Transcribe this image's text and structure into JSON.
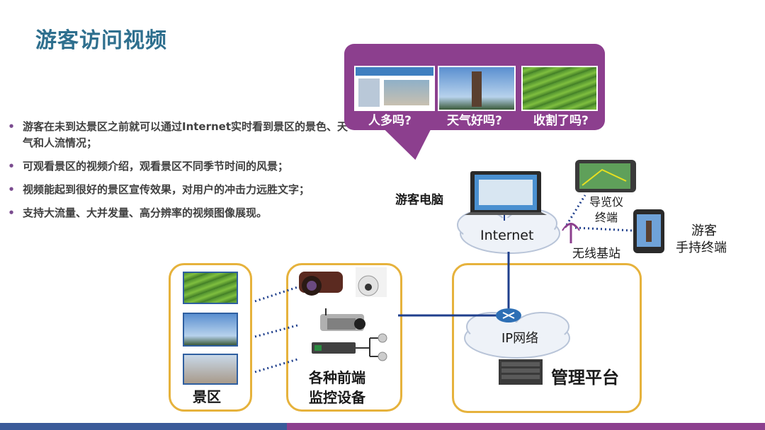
{
  "title": "游客访问视频",
  "bullets": [
    "游客在未到达景区之前就可以通过Internet实时看到景区的景色、天气和人流情况；",
    " 可观看景区的视频介绍，观看景区不同季节时间的风景；",
    "视频能起到很好的景区宣传效果，对用户的冲击力远胜文字；",
    "支持大流量、大并发量、高分辨率的视频图像展现。"
  ],
  "bullet_glyph": "•",
  "callout": {
    "questions": [
      "人多吗?",
      "天气好吗?",
      "收割了吗?"
    ]
  },
  "labels": {
    "visitor_pc": "游客电脑",
    "internet": "Internet",
    "nav_terminal_1": "导览仪",
    "nav_terminal_2": "终端",
    "wireless_station": "无线基站",
    "handheld_1": "游客",
    "handheld_2": "手持终端",
    "ip_network": "IP网络",
    "mgmt_platform": "管理平台",
    "scenic_area": "景区",
    "frontend_1": "各种前端",
    "frontend_2": "监控设备"
  },
  "colors": {
    "title": "#2e6f8e",
    "accent_purple": "#8c3f8e",
    "panel_border": "#e6b23c",
    "link_line": "#1f3f8c"
  }
}
